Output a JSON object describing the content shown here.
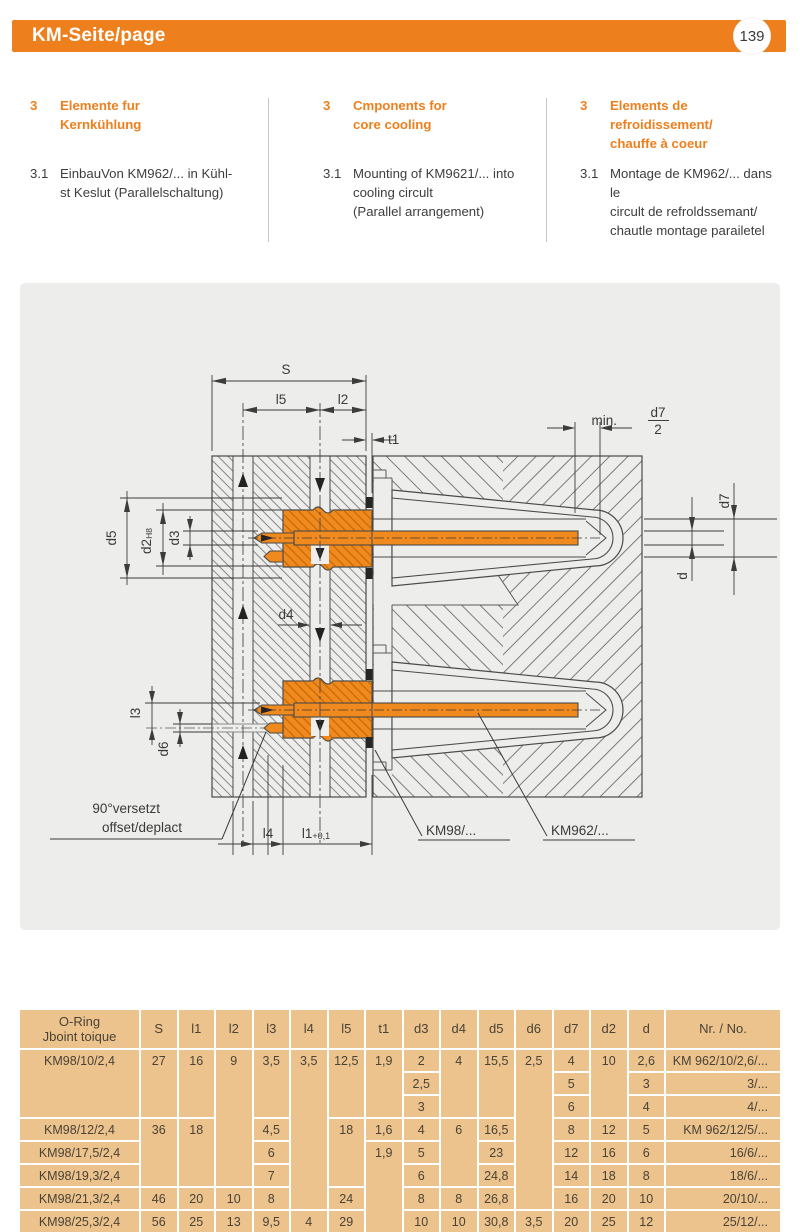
{
  "header": {
    "title": "KM-Seite/page",
    "page_number": "139"
  },
  "sections": [
    {
      "num": "3",
      "heading_lines": "Elemente fur\nKernkühlung",
      "item_num": "3.1",
      "item_lines": "EinbauVon KM962/... in Kühl-\nst Keslut (Parallelschaltung)"
    },
    {
      "num": "3",
      "heading_lines": "Cmponents for\ncore cooling",
      "item_num": "3.1",
      "item_lines": "Mounting of KM9621/... into\ncooling circult\n(Parallel arrangement)"
    },
    {
      "num": "3",
      "heading_lines": "Elements de\nrefroidissement/\nchauffe à coeur",
      "item_num": "3.1",
      "item_lines": "Montage de KM962/... dans le\ncircult de refroldssemant/\nchautle montage parailetel"
    }
  ],
  "diagram": {
    "labels": {
      "s": "S",
      "l5": "l5",
      "l2": "l2",
      "t1": "t1",
      "min": "min.",
      "frac_num": "d7",
      "frac_den": "2",
      "d7": "d7",
      "d": "d",
      "d5": "d5",
      "d2": "d2",
      "d2_tol": "H8",
      "d3": "d3",
      "d4": "d4",
      "l3": "l3",
      "d6": "d6",
      "l4": "l4",
      "l1": "l1",
      "l1_tol": "+0,1",
      "offset1": "90°versetzt",
      "offset2": "offset/deplact",
      "km98": "KM98/...",
      "km962": "KM962/..."
    },
    "colors": {
      "component": "#F08A1F",
      "component_hatch": "#BE6500",
      "line": "#4a4a4a",
      "panel_bg": "#EDEDEB"
    }
  },
  "table": {
    "headers": [
      "O-Ring\nJboint toique",
      "S",
      "l1",
      "l2",
      "l3",
      "l4",
      "l5",
      "t1",
      "d3",
      "d4",
      "d5",
      "d6",
      "d7",
      "d2",
      "d",
      "Nr. / No."
    ],
    "rows": [
      [
        "KM98/10/2,4",
        "27",
        "16",
        "9",
        "3,5",
        "3,5",
        "12,5",
        "1,9",
        "2",
        "4",
        "15,5",
        "2,5",
        "4",
        "10",
        "2,6",
        "KM 962/10/2,6/..."
      ],
      [
        "",
        "",
        "",
        "",
        "",
        "",
        "",
        "",
        "2,5",
        "",
        "",
        "",
        "5",
        "",
        "3",
        "3/..."
      ],
      [
        "",
        "",
        "",
        "",
        "",
        "",
        "",
        "",
        "3",
        "",
        "",
        "",
        "6",
        "",
        "4",
        "4/..."
      ],
      [
        "KM98/12/2,4",
        "36",
        "18",
        "",
        "4,5",
        "",
        "18",
        "1,6",
        "4",
        "6",
        "16,5",
        "",
        "8",
        "12",
        "5",
        "KM 962/12/5/..."
      ],
      [
        "KM98/17,5/2,4",
        "",
        "",
        "",
        "6",
        "",
        "",
        "1,9",
        "5",
        "",
        "23",
        "",
        "12",
        "16",
        "6",
        "16/6/..."
      ],
      [
        "KM98/19,3/2,4",
        "",
        "",
        "",
        "7",
        "",
        "",
        "",
        "6",
        "",
        "24,8",
        "",
        "14",
        "18",
        "8",
        "18/6/..."
      ],
      [
        "KM98/21,3/2,4",
        "46",
        "20",
        "10",
        "8",
        "",
        "24",
        "",
        "8",
        "8",
        "26,8",
        "",
        "16",
        "20",
        "10",
        "20/10/..."
      ],
      [
        "KM98/25,3/2,4",
        "56",
        "25",
        "13",
        "9,5",
        "4",
        "29",
        "",
        "10",
        "10",
        "30,8",
        "3,5",
        "20",
        "25",
        "12",
        "25/12/..."
      ]
    ]
  }
}
